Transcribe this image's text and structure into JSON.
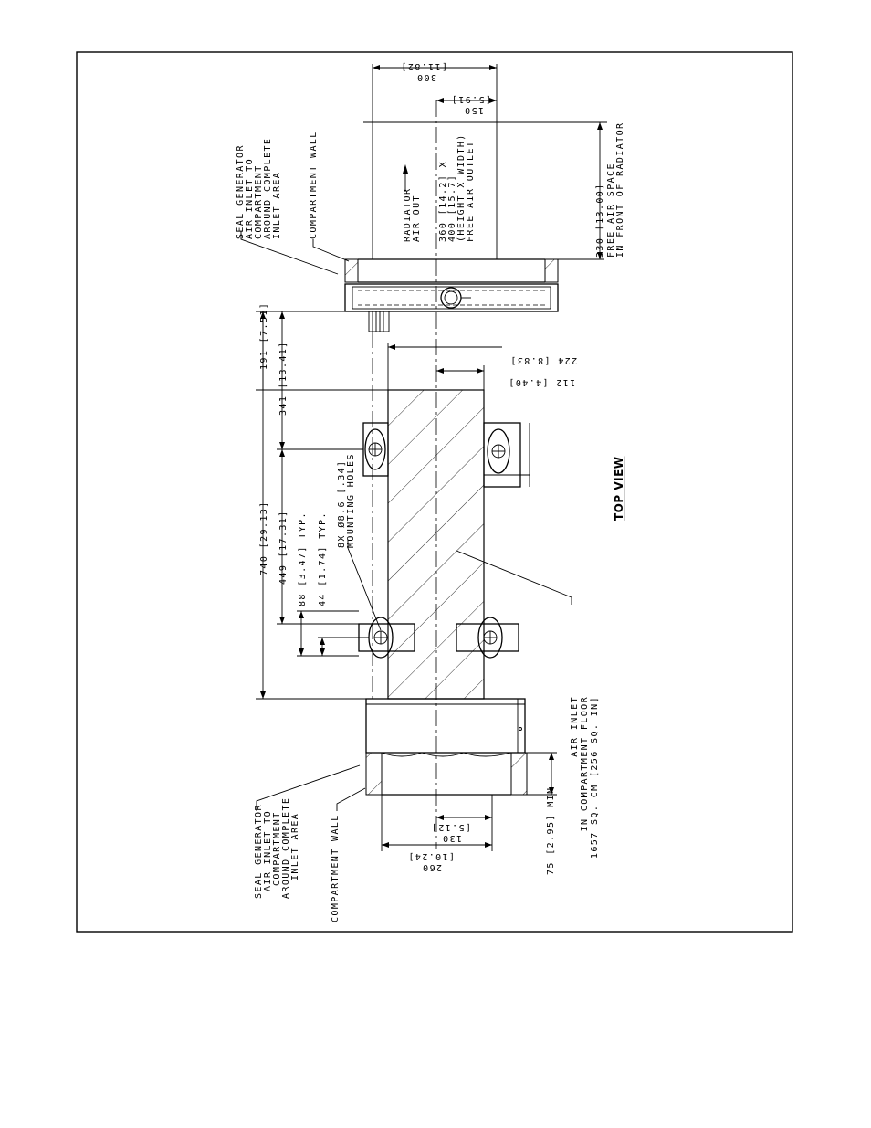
{
  "view_title": "TOP VIEW",
  "labels": {
    "seal_top": [
      "SEAL GENERATOR",
      "AIR INLET TO",
      "COMPARTMENT",
      "AROUND COMPLETE",
      "INLET AREA"
    ],
    "compartment_wall_top": "COMPARTMENT WALL",
    "radiator_air_out": [
      "RADIATOR",
      "AIR OUT"
    ],
    "outlet_size": [
      "360 [14.2] X",
      "400 [15.7]",
      "(HEIGHT X WIDTH)",
      "FREE AIR OUTLET"
    ],
    "free_air_space": [
      "330 [13.00]",
      "FREE AIR SPACE",
      "IN FRONT OF RADIATOR"
    ],
    "dim_191": "191 [7.51]",
    "dim_341": "341 [13.41]",
    "dim_740": "740 [29.13]",
    "dim_449": "449 [17.31]",
    "dim_88": "88 [3.47] TYP.",
    "dim_44": "44 [1.74] TYP.",
    "mounting_holes": [
      "8X Ø8.6 [.34]",
      "MOUNTING HOLES"
    ],
    "dim_300": [
      "300",
      "[11.82]"
    ],
    "dim_150": [
      "150",
      "[5.91]"
    ],
    "dim_224": "224 [8.83]",
    "dim_112": "112 [4.40]",
    "air_inlet": [
      "AIR INLET",
      "IN COMPARTMENT FLOOR",
      "1657 SQ. CM [256 SQ. IN]"
    ],
    "seal_bottom": [
      "SEAL GENERATOR",
      "AIR INLET TO",
      "COMPARTMENT",
      "AROUND COMPLETE",
      "INLET AREA"
    ],
    "compartment_wall_bottom": "COMPARTMENT WALL",
    "dim_260": [
      "260",
      "[10.24]"
    ],
    "dim_130": [
      "130",
      "[5.12]"
    ],
    "dim_75": "75 [2.95] MIN"
  }
}
